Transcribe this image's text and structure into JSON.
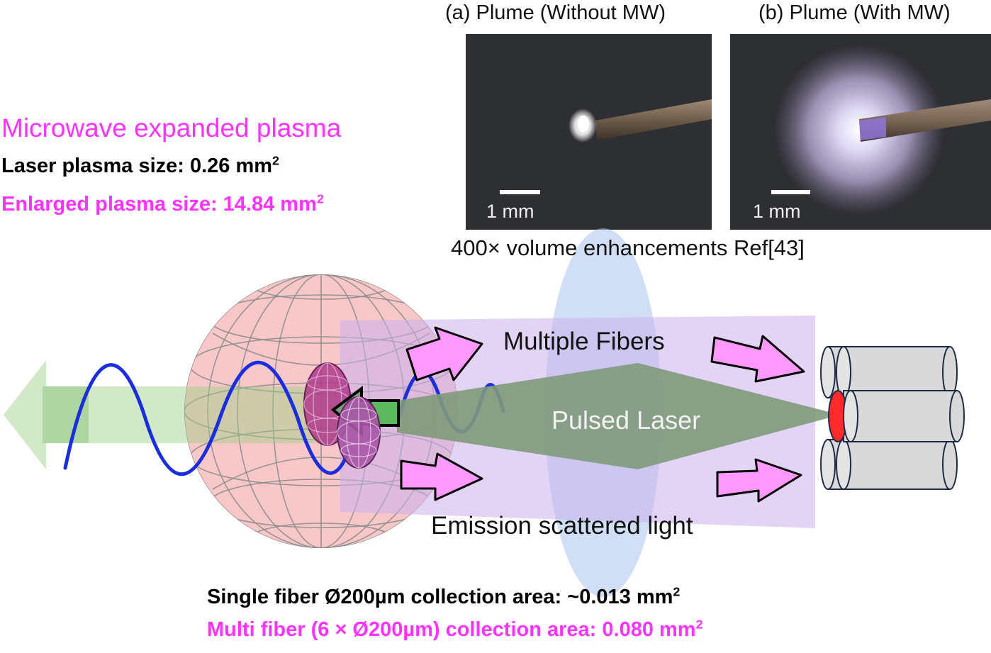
{
  "texts": {
    "title": "Microwave expanded plasma",
    "laser_plasma_size": "Laser plasma size: 0.26 mm",
    "enlarged_plasma_size": "Enlarged plasma size: 14.84 mm",
    "superscript_two": "2",
    "photo_a_caption": "(a) Plume (Without MW)",
    "photo_b_caption": "(b) Plume (With MW)",
    "scale_bar_label": "1 mm",
    "volume_enhancement": "400× volume enhancements Ref[43]",
    "multiple_fibers": "Multiple Fibers",
    "pulsed_laser": "Pulsed Laser",
    "emission_scattered_light": "Emission scattered light",
    "single_fiber": "Single fiber Ø200µm collection area: ~0.013 mm",
    "multi_fiber": "Multi fiber (6 × Ø200µm)  collection area: 0.080 mm"
  },
  "colors": {
    "magenta_text": "#ff33ff",
    "plasma_sphere": "#f4a3a3",
    "laser_beam": "#7f9a7a",
    "collection_cone": "#c8b0ec",
    "lens": "#a9c4ec",
    "wave": "#1a2ee0",
    "arrow_fill": "#ff99ff",
    "fiber_body": "#d9d9d9",
    "fiber_core": "#ff2a2a",
    "photo_background": "#2e2f33",
    "plasma_plume_glow": "#b3a6e6"
  }
}
